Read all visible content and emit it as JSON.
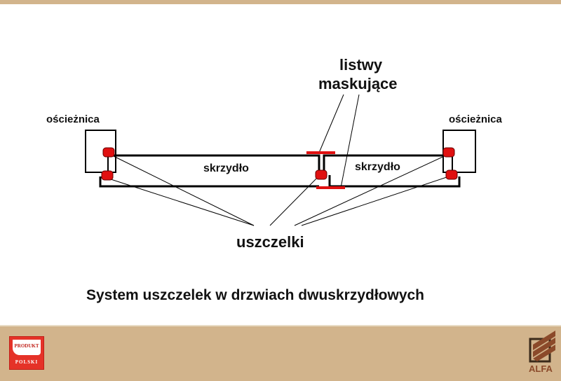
{
  "labels": {
    "frame_left": "ościeżnica",
    "frame_right": "ościeżnica",
    "wing_left": "skrzydło",
    "wing_right": "skrzydło",
    "masking_strips_line1": "listwy",
    "masking_strips_line2": "maskujące",
    "seals": "uszczelki"
  },
  "caption": "System uszczelek w drzwiach dwuskrzydłowych",
  "footer": {
    "badge_top": "PRODUKT",
    "badge_bottom": "POLSKI",
    "logo": "ALFA"
  },
  "colors": {
    "seal": "#e01010",
    "band": "#d2b48c"
  }
}
